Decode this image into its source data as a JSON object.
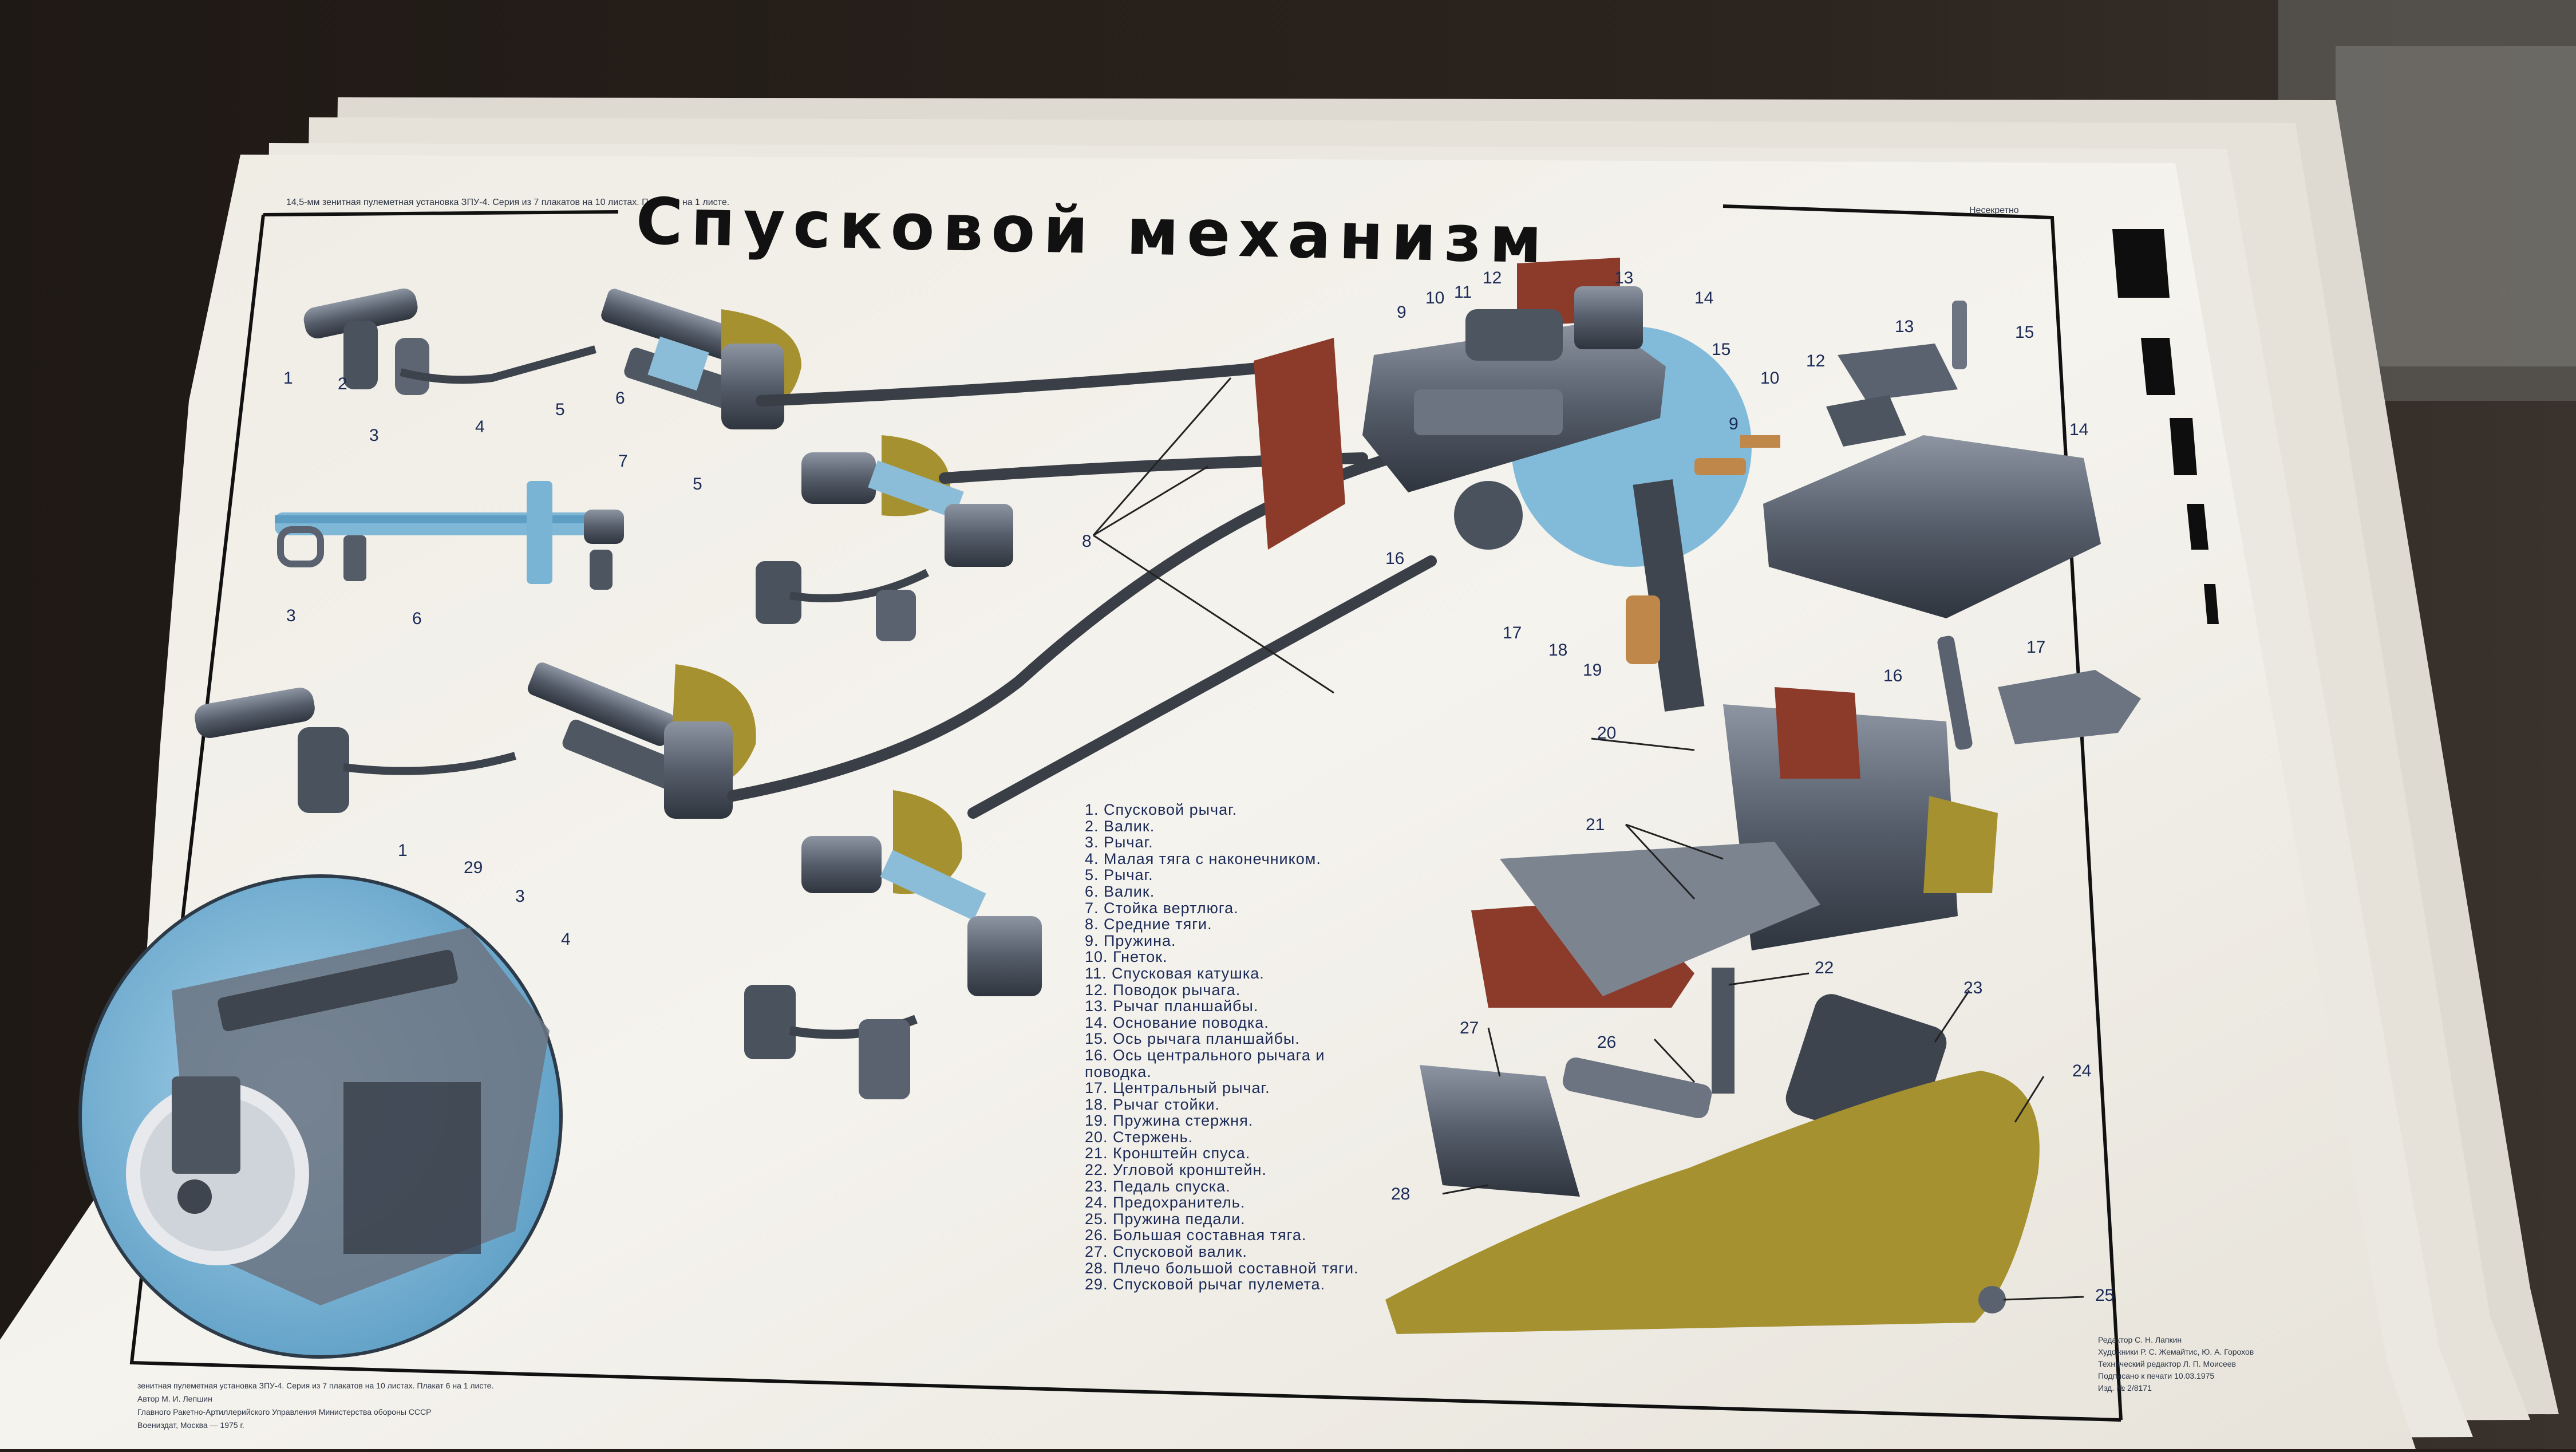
{
  "poster": {
    "title": "Спусковой механизм",
    "header_line": "14,5-мм зенитная пулеметная установка ЗПУ-4. Серия из 7 плакатов на 10 листах. Плакат 6 на 1 листе.",
    "stamp": "Несекретно",
    "footer_left": [
      "зенитная пулеметная установка ЗПУ-4. Серия из 7 плакатов на 10 листах. Плакат 6 на 1 листе.",
      "Автор М. И. Лепшин",
      "Главного Ракетно-Артиллерийского Управления Министерства обороны СССР",
      "Воениздат, Москва — 1975 г."
    ],
    "footer_right": [
      "Редактор С. Н. Лапкин",
      "Художники Р. С. Жемайтис, Ю. А. Горохов",
      "Технический редактор Л. П. Моисеев",
      "Подписано к печати 10.03.1975",
      "Изд. № 2/8171"
    ]
  },
  "legend": [
    "1. Спусковой рычаг.",
    "2. Валик.",
    "3. Рычаг.",
    "4. Малая тяга с наконечником.",
    "5. Рычаг.",
    "6. Валик.",
    "7. Стойка вертлюга.",
    "8. Средние тяги.",
    "9. Пружина.",
    "10. Гнеток.",
    "11. Спусковая катушка.",
    "12. Поводок рычага.",
    "13. Рычаг планшайбы.",
    "14. Основание поводка.",
    "15. Ось рычага планшайбы.",
    "16. Ось центрального рычага и поводка.",
    "17. Центральный рычаг.",
    "18. Рычаг стойки.",
    "19. Пружина стержня.",
    "20. Стержень.",
    "21. Кронштейн спуса.",
    "22. Угловой кронштейн.",
    "23. Педаль спуска.",
    "24. Предохранитель.",
    "25. Пружина педали.",
    "26. Большая составная тяга.",
    "27. Спусковой валик.",
    "28. Плечо большой составной тяги.",
    "29. Спусковой рычаг пулемета."
  ],
  "callouts": [
    "1",
    "2",
    "3",
    "4",
    "5",
    "6",
    "7",
    "5",
    "3",
    "6",
    "8",
    "9",
    "10",
    "11",
    "12",
    "13",
    "14",
    "15",
    "16",
    "17",
    "18",
    "19",
    "20",
    "21",
    "22",
    "23",
    "24",
    "25",
    "26",
    "27",
    "28",
    "29",
    "1",
    "3",
    "4",
    "9",
    "10",
    "12",
    "13",
    "15",
    "14",
    "16",
    "17"
  ],
  "colors": {
    "paper": "#f1efe9",
    "table": "#241d18",
    "ink": "#1b2a57",
    "metal": "#5a6270",
    "brown": "#8c3b2b",
    "olive": "#a5912f",
    "sky": "#7bb7d8"
  }
}
